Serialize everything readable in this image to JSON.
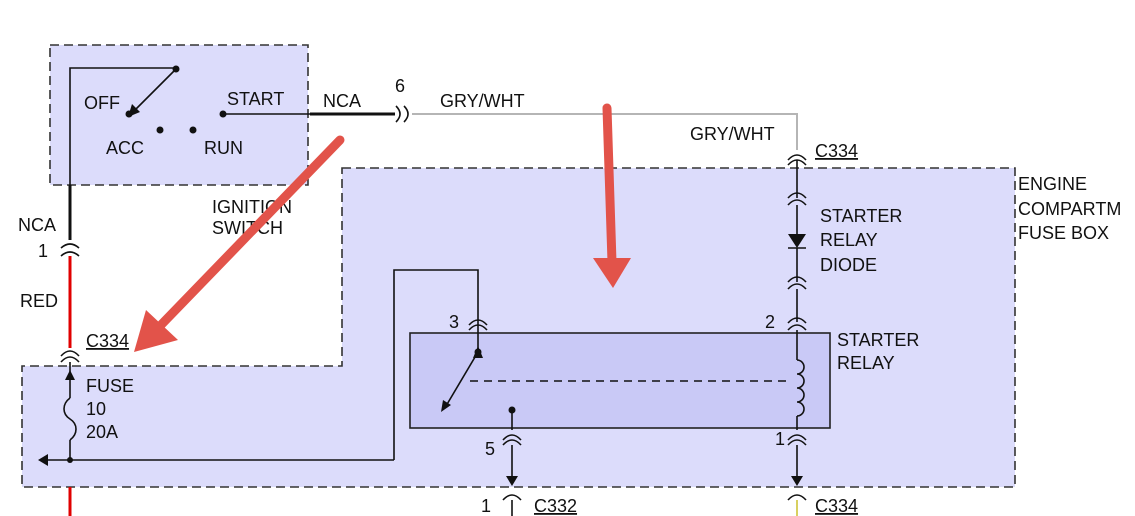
{
  "ignition_switch": {
    "positions": {
      "off": "OFF",
      "acc": "ACC",
      "run": "RUN",
      "start": "START"
    },
    "title_line1": "IGNITION",
    "title_line2": "SWITCH"
  },
  "wires": {
    "start_circuit": "NCA",
    "start_pin": "6",
    "start_color": "GRY/WHT",
    "start_color_2": "GRY/WHT",
    "feed_circuit": "NCA",
    "feed_pin": "1",
    "feed_color": "RED"
  },
  "connectors": {
    "c334_top": "C334",
    "c334_left": "C334",
    "c332_bottom": "C332",
    "c332_pin": "1",
    "c334_bottom": "C334"
  },
  "fuse_box": {
    "title_line1": "ENGINE",
    "title_line2": "COMPARTM",
    "title_line3": "FUSE BOX",
    "fuse": {
      "label": "FUSE",
      "number": "10",
      "rating": "20A"
    },
    "diode": {
      "line1": "STARTER",
      "line2": "RELAY",
      "line3": "DIODE"
    },
    "relay": {
      "line1": "STARTER",
      "line2": "RELAY",
      "pin_3": "3",
      "pin_2": "2",
      "pin_5": "5",
      "pin_1": "1"
    }
  },
  "colors": {
    "red_wire": "#e00000",
    "gray_wire": "#b5b5b5",
    "box_fill": "#dcdcfb",
    "relay_fill": "#c9c9f6",
    "annotation_arrow": "#e2534a"
  }
}
